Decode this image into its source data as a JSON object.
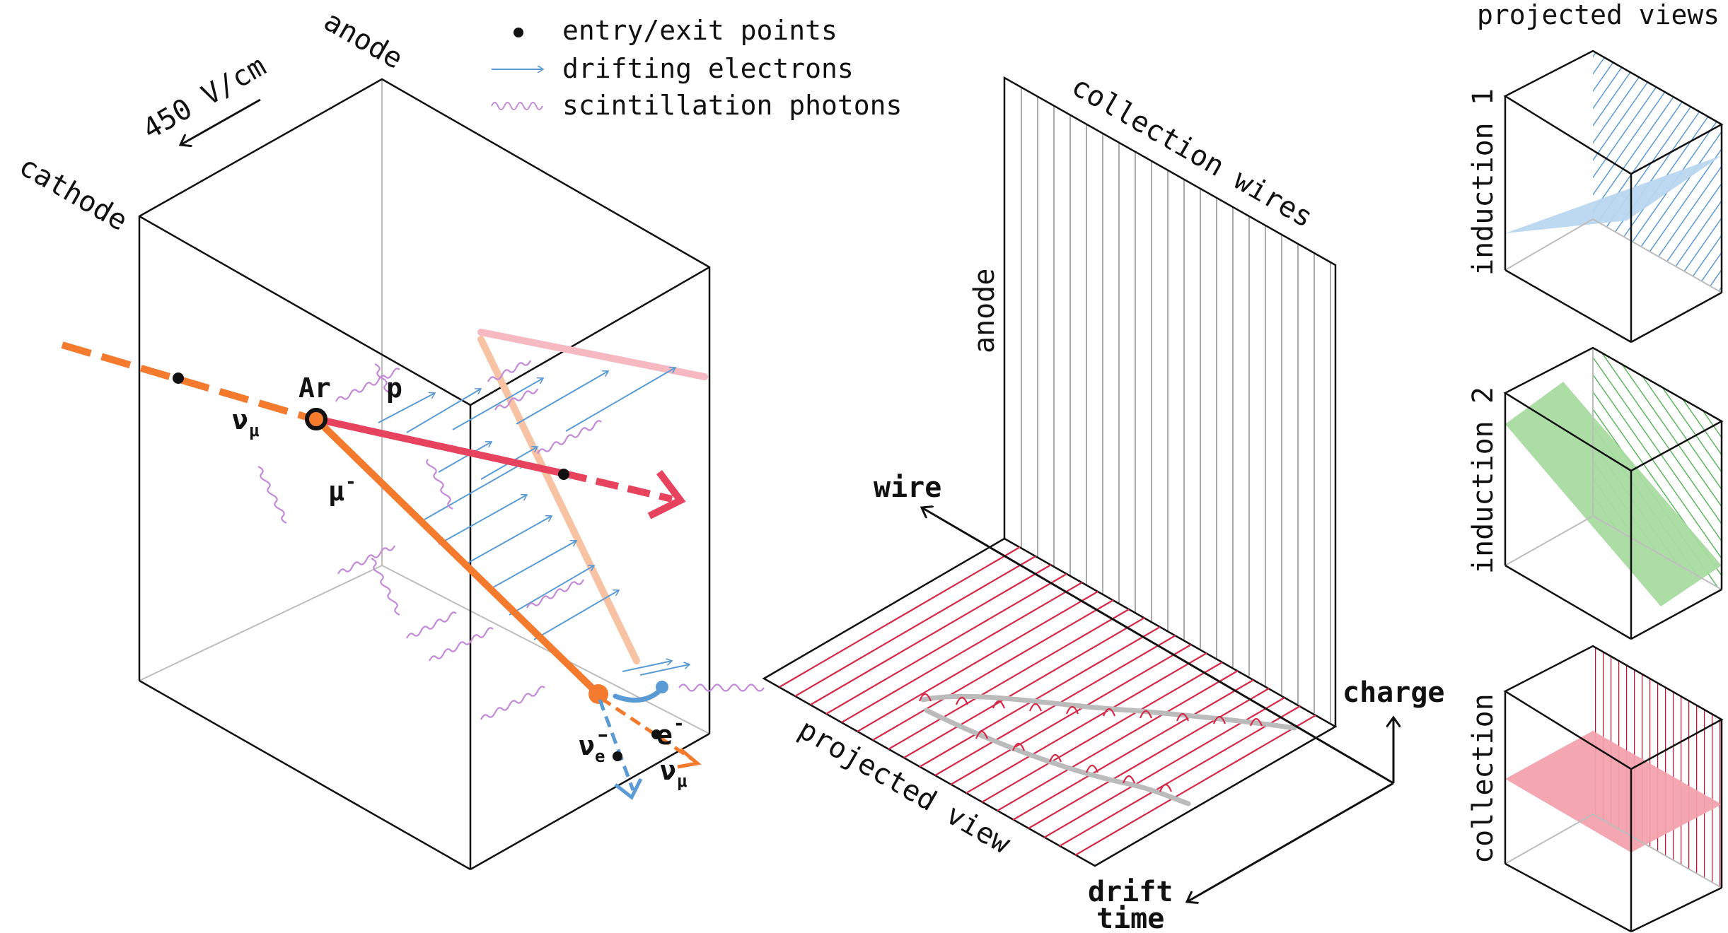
{
  "legend": {
    "entry_exit": "entry/exit points",
    "drifting": "drifting electrons",
    "scintillation": "scintillation photons"
  },
  "detector": {
    "field": "450 V/cm",
    "cathode": "cathode",
    "anode": "anode"
  },
  "particles": {
    "ar": "Ar",
    "p": "p",
    "numu_in": "ν",
    "numu_in_sub": "μ",
    "mu": "μ",
    "mu_sup": "-",
    "e": "e",
    "e_sup": "-",
    "nue": "ν̄",
    "nue_sub": "e",
    "numu_out": "ν",
    "numu_out_sub": "μ"
  },
  "readout": {
    "anode": "anode",
    "collection_wires": "collection wires",
    "wire": "wire",
    "charge": "charge",
    "projected_view": "projected view",
    "drift": "drift",
    "time": "time"
  },
  "views": {
    "title": "projected views",
    "induction1": "induction 1",
    "induction2": "induction 2",
    "collection": "collection"
  },
  "colors": {
    "muon": "#f47a2e",
    "proton": "#e8435e",
    "electron": "#5b9bd5",
    "photon": "#c48ad8",
    "red_wire": "#d42a48",
    "blue_fill": "#b9d6f0",
    "green_fill": "#a6dba0",
    "red_fill": "#f3a1ad",
    "pink_track": "#f6b8c1",
    "peach_track": "#f8c3a2"
  }
}
